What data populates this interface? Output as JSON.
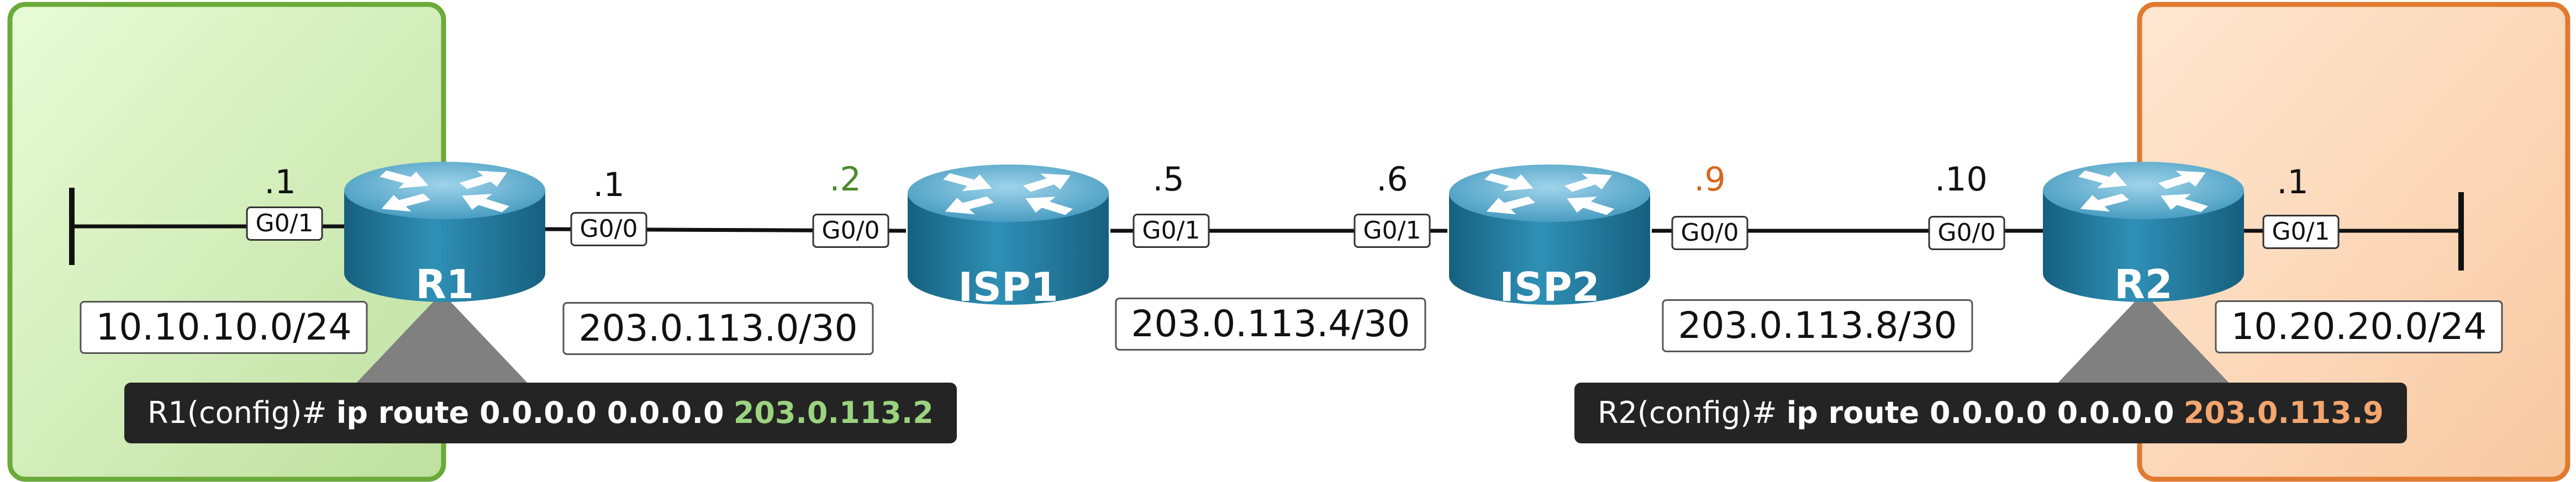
{
  "routers": [
    {
      "id": "r1",
      "name": "R1"
    },
    {
      "id": "isp1",
      "name": "ISP1"
    },
    {
      "id": "isp2",
      "name": "ISP2"
    },
    {
      "id": "r2",
      "name": "R2"
    }
  ],
  "ports": {
    "r1_g01": "G0/1",
    "r1_g00": "G0/0",
    "isp1_g00": "G0/0",
    "isp1_g01": "G0/1",
    "isp2_g01": "G0/1",
    "isp2_g00": "G0/0",
    "r2_g00": "G0/0",
    "r2_g01": "G0/1"
  },
  "host_ips": {
    "r1_g01": ".1",
    "r1_g00": ".1",
    "isp1_g00": ".2",
    "isp1_g01": ".5",
    "isp2_g01": ".6",
    "isp2_g00": ".9",
    "r2_g00": ".10",
    "r2_g01": ".1"
  },
  "subnets": {
    "lan1": "10.10.10.0/24",
    "link1": "203.0.113.0/30",
    "link2": "203.0.113.4/30",
    "link3": "203.0.113.8/30",
    "lan2": "10.20.20.0/24"
  },
  "commands": {
    "r1": {
      "prompt": "R1(config)#",
      "keywords": "ip route 0.0.0.0 0.0.0.0",
      "next_hop": "203.0.113.2"
    },
    "r2": {
      "prompt": "R2(config)#",
      "keywords": "ip route 0.0.0.0 0.0.0.0",
      "next_hop": "203.0.113.9"
    }
  },
  "colors": {
    "r1_zone": "#cfe8b4",
    "r1_zone_border": "#6aaa3a",
    "r2_zone": "#fbd3b1",
    "r2_zone_border": "#e07a2e",
    "router_body": "#2b88ad",
    "highlight_green": "#4a8a2b",
    "highlight_orange": "#d9651c"
  }
}
